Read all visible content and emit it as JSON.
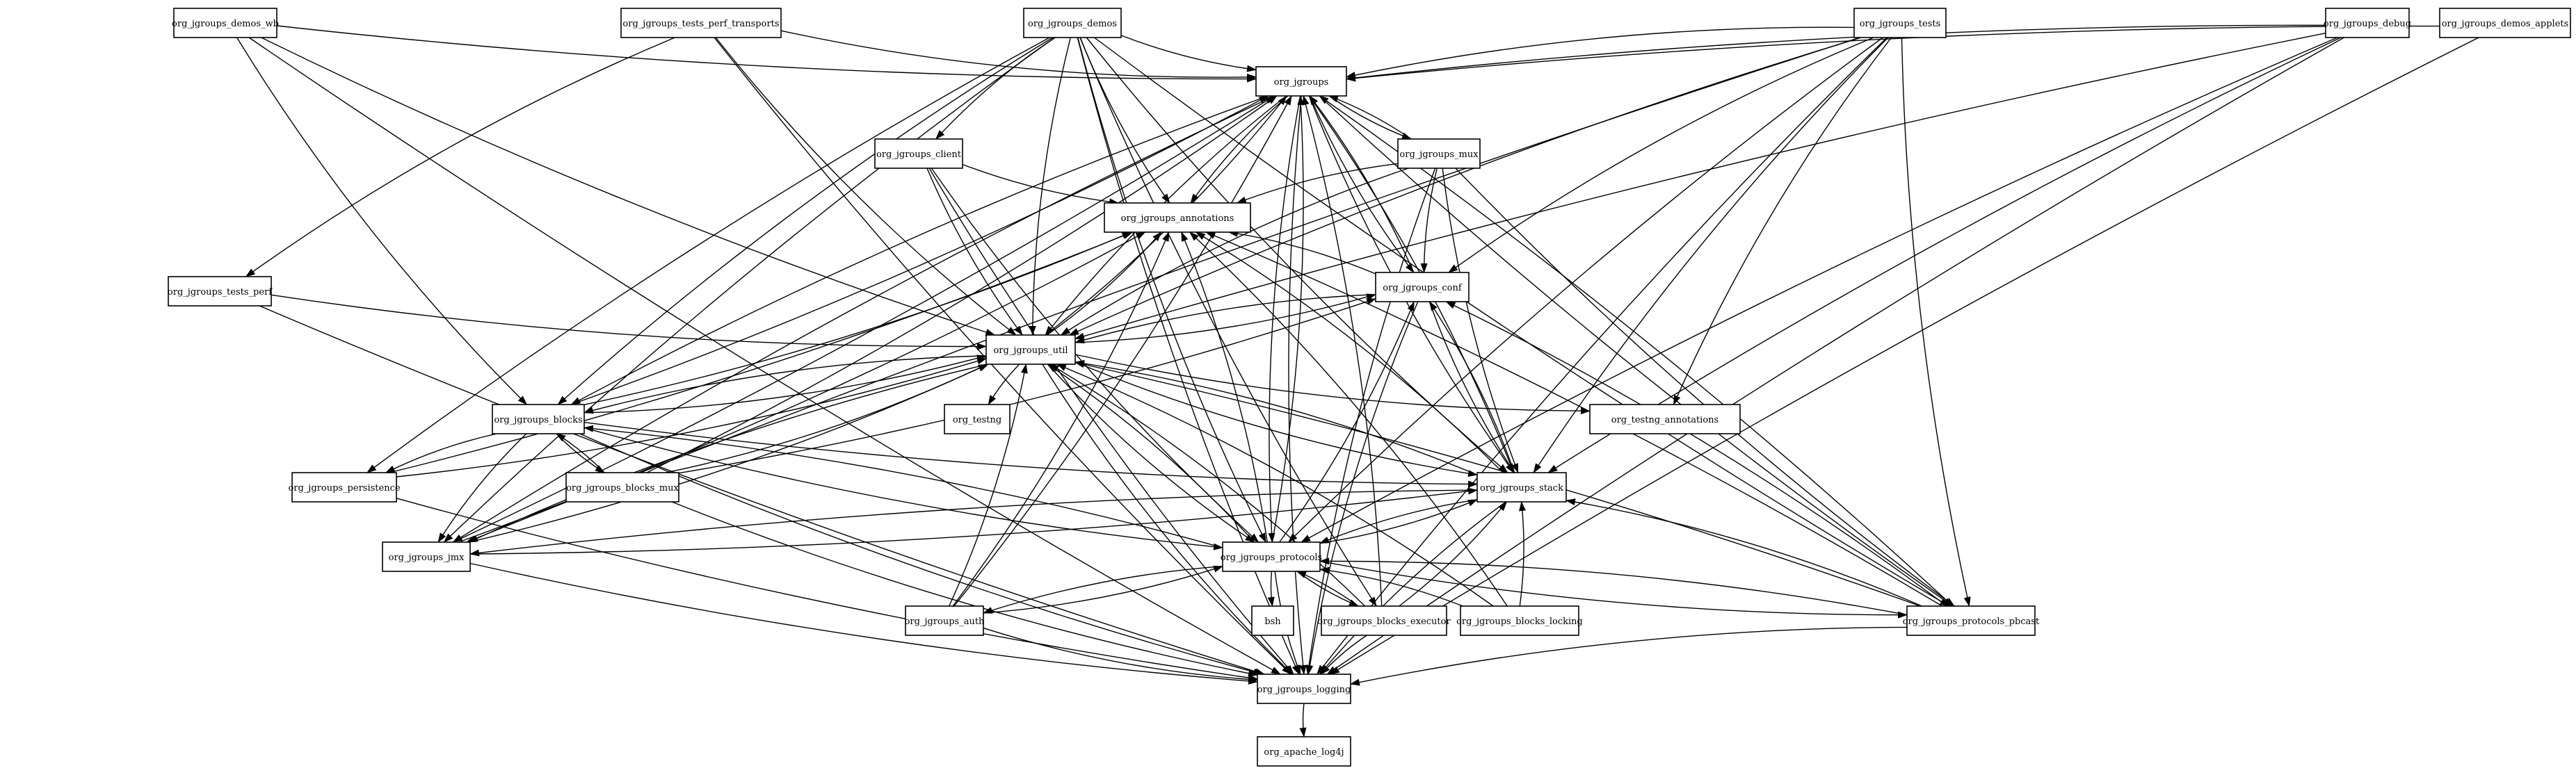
{
  "graph": {
    "nodes": {
      "demos_wb": "org_jgroups_demos_wb",
      "tests_perf_transports": "org_jgroups_tests_perf_transports",
      "demos": "org_jgroups_demos",
      "tests": "org_jgroups_tests",
      "debug": "org_jgroups_debug",
      "demos_applets": "org_jgroups_demos_applets",
      "jgroups": "org_jgroups",
      "client": "org_jgroups_client",
      "mux": "org_jgroups_mux",
      "annotations": "org_jgroups_annotations",
      "tests_perf": "org_jgroups_tests_perf",
      "conf": "org_jgroups_conf",
      "util": "org_jgroups_util",
      "testng": "org_testng",
      "testing_annotations": "org_testng_annotations",
      "blocks": "org_jgroups_blocks",
      "persistence": "org_jgroups_persistence",
      "blocks_mux": "org_jgroups_blocks_mux",
      "stack": "org_jgroups_stack",
      "jmx": "org_jgroups_jmx",
      "protocols": "org_jgroups_protocols",
      "auth": "org_jgroups_auth",
      "bsh": "bsh",
      "blocks_executor": "org_jgroups_blocks_executor",
      "blocks_locking": "org_jgroups_blocks_locking",
      "protocols_pbcast": "org_jgroups_protocols_pbcast",
      "logging": "org_jgroups_logging",
      "log4j": "org_apache_log4j"
    },
    "edges": [
      [
        "demos_wb",
        "jgroups"
      ],
      [
        "demos_wb",
        "util"
      ],
      [
        "demos_wb",
        "blocks"
      ],
      [
        "demos_wb",
        "logging"
      ],
      [
        "tests_perf_transports",
        "jgroups"
      ],
      [
        "tests_perf_transports",
        "util"
      ],
      [
        "tests_perf_transports",
        "tests_perf"
      ],
      [
        "tests_perf_transports",
        "logging"
      ],
      [
        "demos",
        "jgroups"
      ],
      [
        "demos",
        "client"
      ],
      [
        "demos",
        "annotations"
      ],
      [
        "demos",
        "util"
      ],
      [
        "demos",
        "blocks"
      ],
      [
        "demos",
        "persistence"
      ],
      [
        "demos",
        "jmx"
      ],
      [
        "demos",
        "stack"
      ],
      [
        "demos",
        "protocols"
      ],
      [
        "demos",
        "protocols_pbcast"
      ],
      [
        "demos",
        "blocks_executor"
      ],
      [
        "demos",
        "logging"
      ],
      [
        "tests",
        "jgroups"
      ],
      [
        "tests",
        "util"
      ],
      [
        "tests",
        "conf"
      ],
      [
        "tests",
        "testing_annotations"
      ],
      [
        "tests",
        "stack"
      ],
      [
        "tests",
        "protocols"
      ],
      [
        "tests",
        "protocols_pbcast"
      ],
      [
        "tests",
        "jmx"
      ],
      [
        "tests",
        "logging"
      ],
      [
        "debug",
        "jgroups"
      ],
      [
        "debug",
        "util"
      ],
      [
        "debug",
        "stack"
      ],
      [
        "debug",
        "protocols"
      ],
      [
        "debug",
        "logging"
      ],
      [
        "demos_applets",
        "jgroups"
      ],
      [
        "demos_applets",
        "logging"
      ],
      [
        "jgroups",
        "annotations"
      ],
      [
        "jgroups",
        "util"
      ],
      [
        "jgroups",
        "conf"
      ],
      [
        "jgroups",
        "stack"
      ],
      [
        "jgroups",
        "protocols"
      ],
      [
        "jgroups",
        "blocks"
      ],
      [
        "jgroups",
        "jmx"
      ],
      [
        "jgroups",
        "mux"
      ],
      [
        "jgroups",
        "logging"
      ],
      [
        "jgroups",
        "protocols_pbcast"
      ],
      [
        "client",
        "annotations"
      ],
      [
        "client",
        "util"
      ],
      [
        "client",
        "protocols"
      ],
      [
        "client",
        "logging"
      ],
      [
        "mux",
        "jgroups"
      ],
      [
        "mux",
        "annotations"
      ],
      [
        "mux",
        "util"
      ],
      [
        "mux",
        "conf"
      ],
      [
        "mux",
        "stack"
      ],
      [
        "mux",
        "protocols_pbcast"
      ],
      [
        "mux",
        "logging"
      ],
      [
        "tests_perf",
        "util"
      ],
      [
        "tests_perf",
        "logging"
      ],
      [
        "conf",
        "jgroups"
      ],
      [
        "conf",
        "annotations"
      ],
      [
        "conf",
        "util"
      ],
      [
        "conf",
        "stack"
      ],
      [
        "conf",
        "logging"
      ],
      [
        "util",
        "jgroups"
      ],
      [
        "util",
        "annotations"
      ],
      [
        "util",
        "conf"
      ],
      [
        "util",
        "testng"
      ],
      [
        "util",
        "testing_annotations"
      ],
      [
        "util",
        "blocks"
      ],
      [
        "util",
        "stack"
      ],
      [
        "util",
        "protocols"
      ],
      [
        "util",
        "jmx"
      ],
      [
        "util",
        "logging"
      ],
      [
        "blocks",
        "jgroups"
      ],
      [
        "blocks",
        "annotations"
      ],
      [
        "blocks",
        "util"
      ],
      [
        "blocks",
        "persistence"
      ],
      [
        "blocks",
        "blocks_mux"
      ],
      [
        "blocks",
        "stack"
      ],
      [
        "blocks",
        "jmx"
      ],
      [
        "blocks",
        "protocols"
      ],
      [
        "blocks",
        "logging"
      ],
      [
        "persistence",
        "annotations"
      ],
      [
        "persistence",
        "util"
      ],
      [
        "persistence",
        "logging"
      ],
      [
        "blocks_mux",
        "jgroups"
      ],
      [
        "blocks_mux",
        "blocks"
      ],
      [
        "blocks_mux",
        "conf"
      ],
      [
        "blocks_mux",
        "util"
      ],
      [
        "blocks_mux",
        "logging"
      ],
      [
        "stack",
        "jgroups"
      ],
      [
        "stack",
        "annotations"
      ],
      [
        "stack",
        "conf"
      ],
      [
        "stack",
        "util"
      ],
      [
        "stack",
        "protocols"
      ],
      [
        "stack",
        "jmx"
      ],
      [
        "stack",
        "logging"
      ],
      [
        "jmx",
        "jgroups"
      ],
      [
        "jmx",
        "annotations"
      ],
      [
        "jmx",
        "util"
      ],
      [
        "jmx",
        "stack"
      ],
      [
        "jmx",
        "logging"
      ],
      [
        "protocols",
        "jgroups"
      ],
      [
        "protocols",
        "annotations"
      ],
      [
        "protocols",
        "util"
      ],
      [
        "protocols",
        "conf"
      ],
      [
        "protocols",
        "stack"
      ],
      [
        "protocols",
        "bsh"
      ],
      [
        "protocols",
        "auth"
      ],
      [
        "protocols",
        "blocks"
      ],
      [
        "protocols",
        "blocks_executor"
      ],
      [
        "protocols",
        "protocols_pbcast"
      ],
      [
        "protocols",
        "logging"
      ],
      [
        "auth",
        "jgroups"
      ],
      [
        "auth",
        "annotations"
      ],
      [
        "auth",
        "util"
      ],
      [
        "auth",
        "protocols"
      ],
      [
        "auth",
        "logging"
      ],
      [
        "blocks_executor",
        "jgroups"
      ],
      [
        "blocks_executor",
        "util"
      ],
      [
        "blocks_executor",
        "stack"
      ],
      [
        "blocks_executor",
        "protocols"
      ],
      [
        "blocks_executor",
        "logging"
      ],
      [
        "blocks_locking",
        "util"
      ],
      [
        "blocks_locking",
        "stack"
      ],
      [
        "blocks_locking",
        "protocols"
      ],
      [
        "blocks_locking",
        "annotations"
      ],
      [
        "protocols_pbcast",
        "jgroups"
      ],
      [
        "protocols_pbcast",
        "annotations"
      ],
      [
        "protocols_pbcast",
        "util"
      ],
      [
        "protocols_pbcast",
        "conf"
      ],
      [
        "protocols_pbcast",
        "stack"
      ],
      [
        "protocols_pbcast",
        "protocols"
      ],
      [
        "protocols_pbcast",
        "logging"
      ],
      [
        "logging",
        "log4j"
      ]
    ]
  }
}
